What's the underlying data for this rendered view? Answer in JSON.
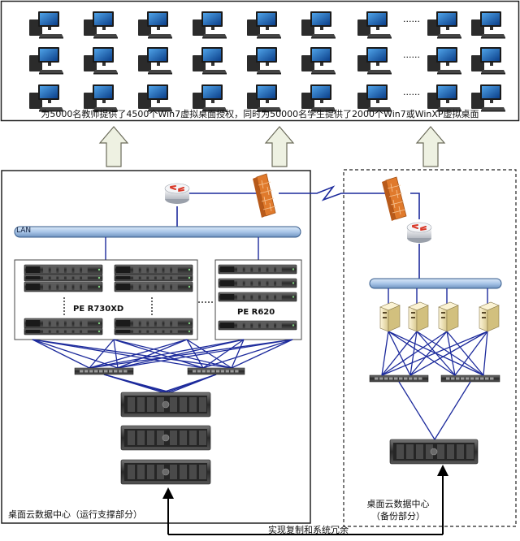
{
  "caption": "为5000名教师提供了4500个Win7虚拟桌面授权，同时为50000名学生提供了2000个Win7或WinXP虚拟桌面",
  "lan_label": "LAN",
  "server_group_1_label": "PE R730XD",
  "server_group_2_label": "PE R620",
  "datacenter_main_label": "桌面云数据中心（运行支撑部分）",
  "datacenter_backup_label_line1": "桌面云数据中心",
  "datacenter_backup_label_line2": "（备份部分）",
  "replication_label": "实现复制和系统冗余",
  "ellipsis": "······",
  "colors": {
    "link": "#1c2a9c",
    "lan_bar": "#a9c6e8",
    "firewall": "#e07a2c",
    "router": "#d93a2a",
    "arrow_fill": "#eef1e2",
    "server_dark": "#3a3a3a"
  }
}
